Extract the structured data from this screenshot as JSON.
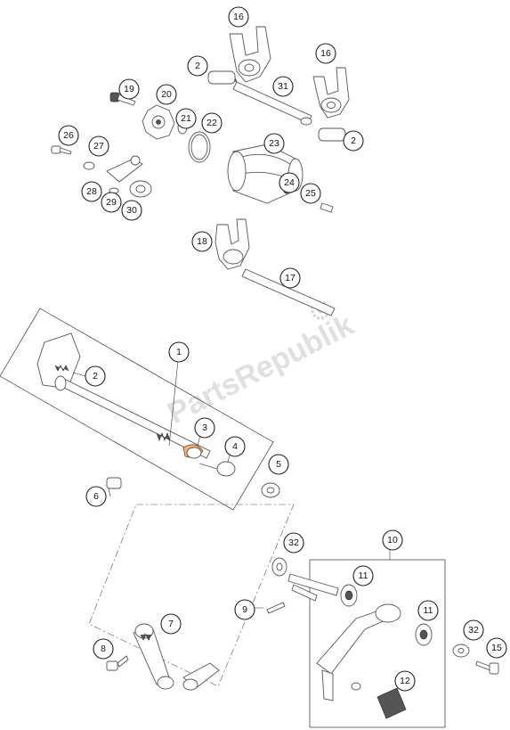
{
  "watermark": {
    "text": "PartsRepublik"
  },
  "callouts": [
    {
      "id": "c16a",
      "label": "16"
    },
    {
      "id": "c2a",
      "label": "2"
    },
    {
      "id": "c31",
      "label": "31"
    },
    {
      "id": "c16b",
      "label": "16"
    },
    {
      "id": "c19",
      "label": "19"
    },
    {
      "id": "c20",
      "label": "20"
    },
    {
      "id": "c21",
      "label": "21"
    },
    {
      "id": "c22",
      "label": "22"
    },
    {
      "id": "c2b",
      "label": "2"
    },
    {
      "id": "c26",
      "label": "26"
    },
    {
      "id": "c27",
      "label": "27"
    },
    {
      "id": "c23",
      "label": "23"
    },
    {
      "id": "c28",
      "label": "28"
    },
    {
      "id": "c29",
      "label": "29"
    },
    {
      "id": "c30",
      "label": "30"
    },
    {
      "id": "c24",
      "label": "24"
    },
    {
      "id": "c25",
      "label": "25"
    },
    {
      "id": "c18",
      "label": "18"
    },
    {
      "id": "c17",
      "label": "17"
    },
    {
      "id": "c1",
      "label": "1"
    },
    {
      "id": "c2c",
      "label": "2"
    },
    {
      "id": "c3",
      "label": "3"
    },
    {
      "id": "c4",
      "label": "4"
    },
    {
      "id": "c5",
      "label": "5"
    },
    {
      "id": "c6",
      "label": "6"
    },
    {
      "id": "c10",
      "label": "10"
    },
    {
      "id": "c32a",
      "label": "32"
    },
    {
      "id": "c11a",
      "label": "11"
    },
    {
      "id": "c9",
      "label": "9"
    },
    {
      "id": "c7",
      "label": "7"
    },
    {
      "id": "c11b",
      "label": "11"
    },
    {
      "id": "c32b",
      "label": "32"
    },
    {
      "id": "c15",
      "label": "15"
    },
    {
      "id": "c8",
      "label": "8"
    },
    {
      "id": "c12",
      "label": "12"
    }
  ]
}
